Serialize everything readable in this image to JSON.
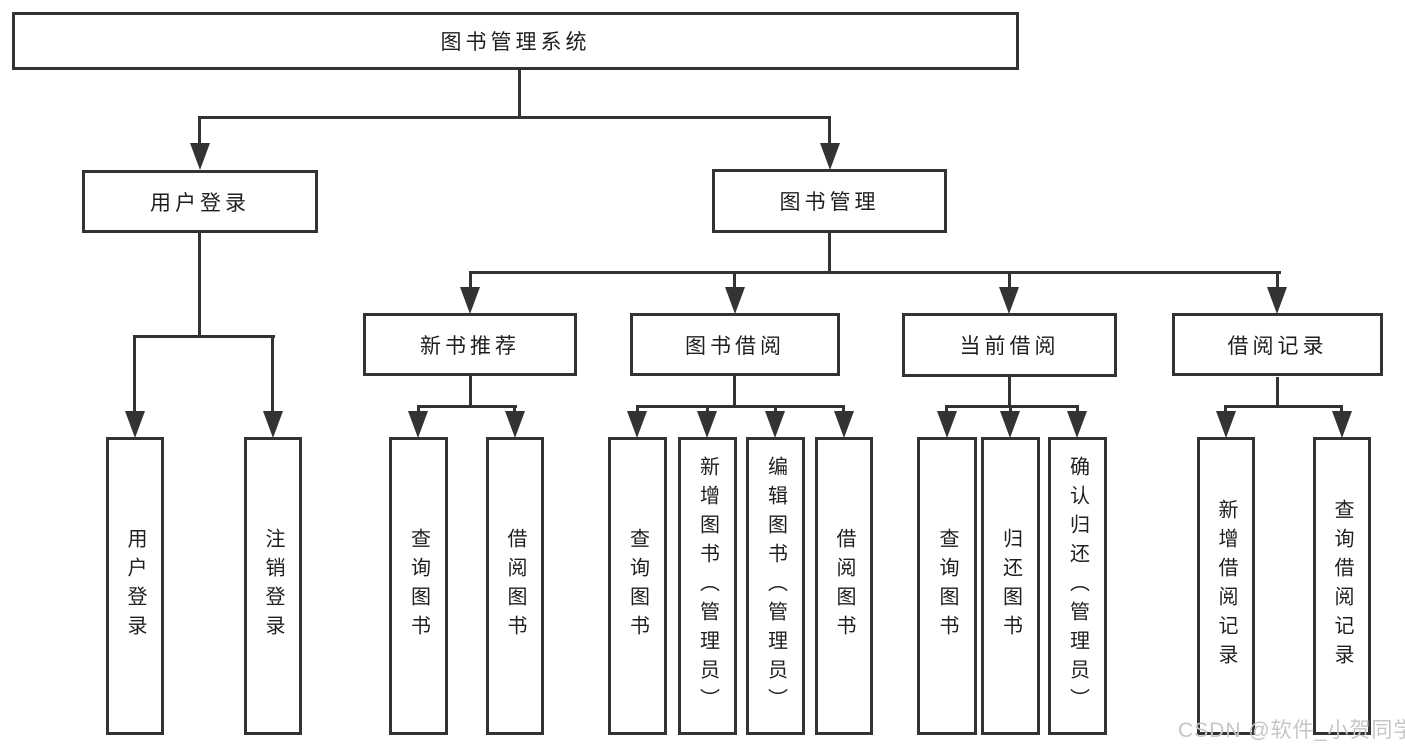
{
  "watermark": "CSDN @软件_小贺同学",
  "colors": {
    "line": "#333333",
    "text": "#1f1f1f",
    "background": "#ffffff",
    "watermark": "#c6c6c6"
  },
  "tree": {
    "root": {
      "label": "图书管理系统"
    },
    "branches": [
      {
        "label": "用户登录",
        "children": [
          {
            "label": "用户登录"
          },
          {
            "label": "注销登录"
          }
        ]
      },
      {
        "label": "图书管理",
        "children": [
          {
            "label": "新书推荐",
            "children": [
              {
                "label": "查询图书"
              },
              {
                "label": "借阅图书"
              }
            ]
          },
          {
            "label": "图书借阅",
            "children": [
              {
                "label": "查询图书"
              },
              {
                "label": "新增图书（管理员）"
              },
              {
                "label": "编辑图书（管理员）"
              },
              {
                "label": "借阅图书"
              }
            ]
          },
          {
            "label": "当前借阅",
            "children": [
              {
                "label": "查询图书"
              },
              {
                "label": "归还图书"
              },
              {
                "label": "确认归还（管理员）"
              }
            ]
          },
          {
            "label": "借阅记录",
            "children": [
              {
                "label": "新增借阅记录"
              },
              {
                "label": "查询借阅记录"
              }
            ]
          }
        ]
      }
    ]
  }
}
